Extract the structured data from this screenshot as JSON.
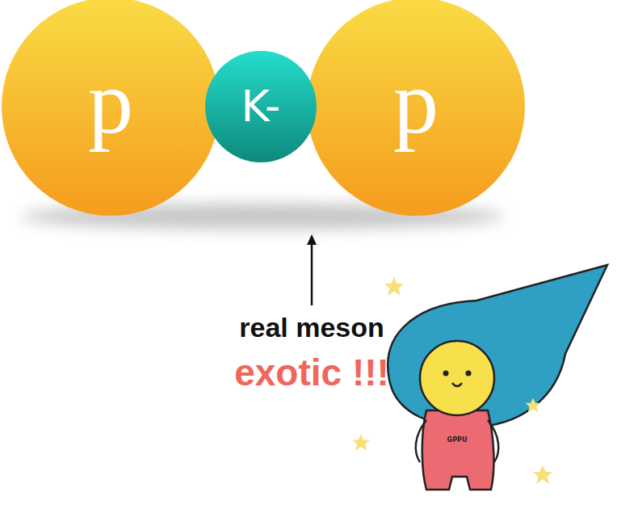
{
  "diagram": {
    "nodes": [
      {
        "text": [
          "p"
        ]
      },
      {
        "text": [
          "K-"
        ]
      },
      {
        "text": [
          "p"
        ]
      }
    ],
    "labels": [
      "real meson",
      "exotic !!!",
      "GPPU"
    ]
  }
}
